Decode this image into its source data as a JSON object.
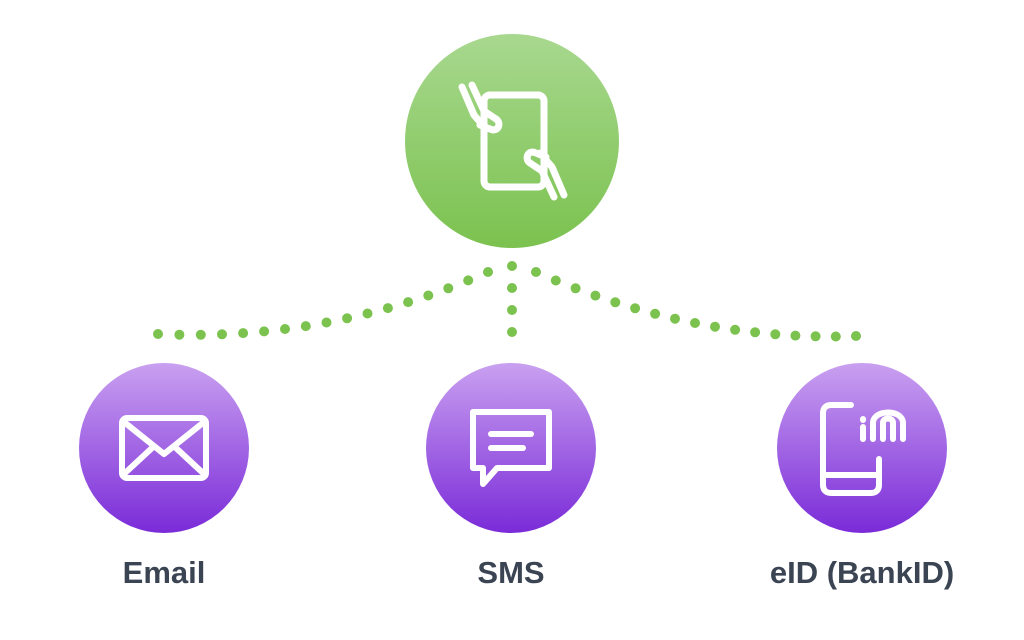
{
  "diagram": {
    "root": {
      "icon": "hands-holding-phone-icon",
      "color_top": "#a8d88f",
      "color_bottom": "#7bc24f"
    },
    "children": [
      {
        "label": "Email",
        "icon": "envelope-icon"
      },
      {
        "label": "SMS",
        "icon": "chat-bubble-icon"
      },
      {
        "label": "eID (BankID)",
        "icon": "phone-fingerprint-icon"
      }
    ],
    "child_color_top": "#c9a0f0",
    "child_color_bottom": "#7a2bd8",
    "connector_color": "#7bc24f",
    "label_color": "#3b4453"
  }
}
